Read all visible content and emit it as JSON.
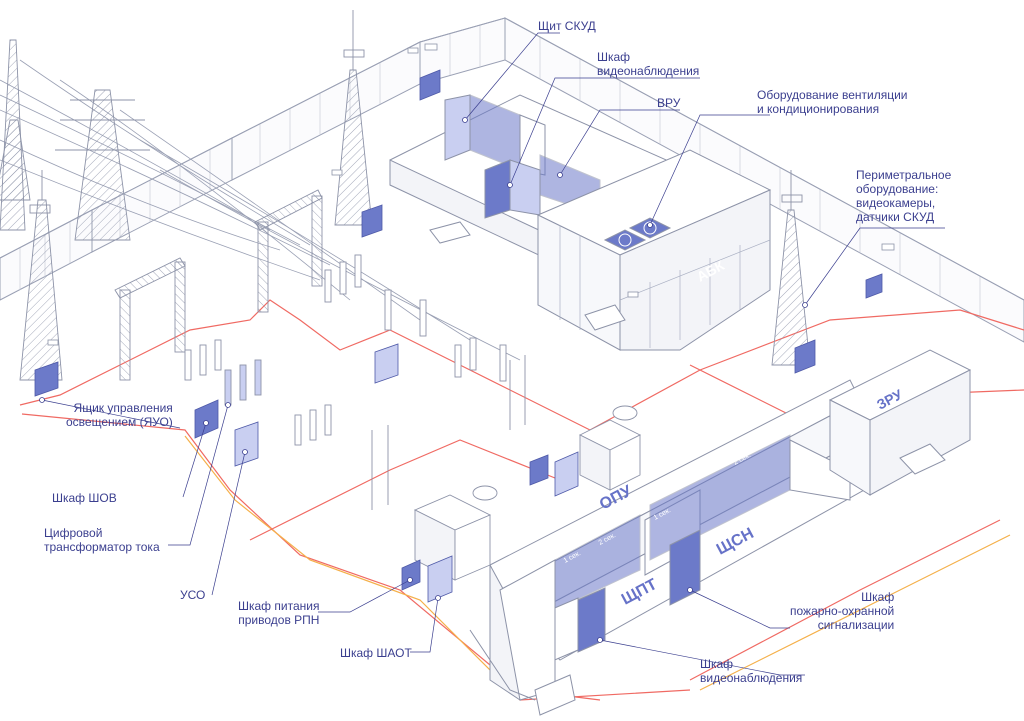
{
  "labels": {
    "skud_panel": "Щит СКУД",
    "video_cabinet_top": "Шкаф\nвидеонаблюдения",
    "vru": "ВРУ",
    "ventilation": "Оборудование вентиляции\nи кондиционирования",
    "perimeter": "Периметральное\nоборудование:\nвидеокамеры,\nдатчики СКУД",
    "lighting_box": "Ящик управления\nосвещением (ЯУО)",
    "shov": "Шкаф ШОВ",
    "digital_ct": "Цифровой\nтрансформатор тока",
    "uso": "УСО",
    "rpn": "Шкаф питания\nприводов РПН",
    "shaot": "Шкаф ШАОТ",
    "fire_alarm": "Шкаф\nпожарно-охранной\nсигнализации",
    "video_cabinet_bottom": "Шкаф\nвидеонаблюдения"
  },
  "buildings": {
    "abk": "АБК",
    "zru": "ЗРУ",
    "opu": "ОПУ",
    "shsn": "ЩСН",
    "shpt": "ЩПТ"
  },
  "sections": {
    "s1_left": "1 сек.",
    "s2_left": "2 сек.",
    "s1_right": "1 сек.",
    "s2_right": "2 сек."
  },
  "colors": {
    "outline": "#8d93a8",
    "equipment": "#6c7ac9",
    "equipment_light": "#c9cff1",
    "cable_red": "#f06a63",
    "cable_orange": "#f5b04a",
    "label": "#3b3f8f"
  }
}
